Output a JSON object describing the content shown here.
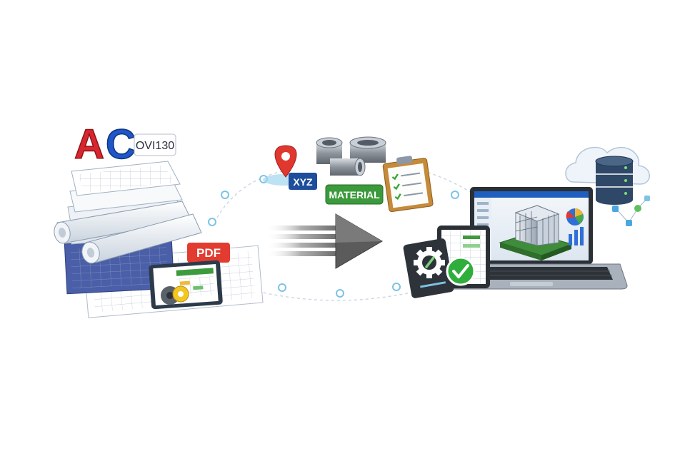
{
  "logo": {
    "letters": "AC",
    "badge_text": "OVI130"
  },
  "badges": {
    "pdf": "PDF",
    "xyz": "XYZ",
    "material": "MATERIAL"
  },
  "colors": {
    "logo_red": "#d8262e",
    "logo_blue": "#1f57c8",
    "pdf_red": "#e23b2f",
    "xyz_blue": "#1d4d9b",
    "pin_red": "#e0382e",
    "material_green": "#3b9a3b",
    "check_green": "#2fae3c",
    "arrow_gray": "#5b5b5b",
    "database_navy": "#2f4868",
    "dot_blue": "#7cc3e6",
    "gear_yellow": "#f3c623"
  },
  "icons": {
    "source": [
      "blueprint-stack-icon",
      "rolled-drawing-icon",
      "blueprint-sheet-icon",
      "spreadsheet-tablet-icon",
      "gear-icon"
    ],
    "data": [
      "location-pin-icon",
      "pipe-fitting-icon",
      "checklist-clipboard-icon"
    ],
    "target": [
      "laptop-icon",
      "building-model-icon",
      "pie-chart-icon",
      "bar-chart-icon",
      "tablet-icon",
      "settings-gear-icon",
      "check-icon",
      "cloud-database-icon"
    ],
    "flow": [
      "conversion-arrow-icon"
    ]
  }
}
